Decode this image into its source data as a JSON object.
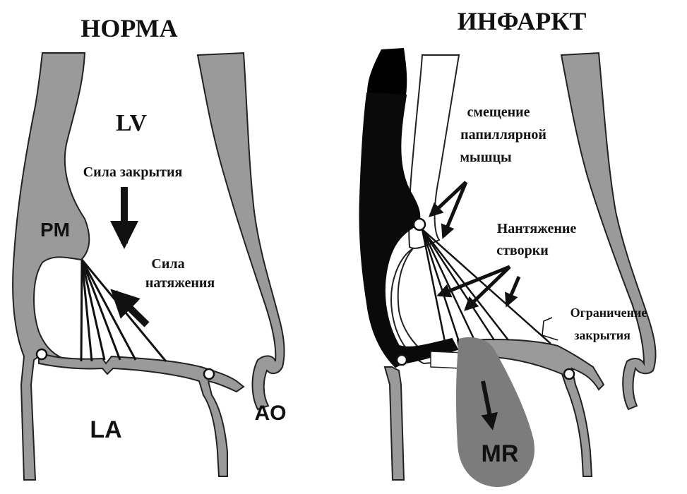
{
  "colors": {
    "wall": "#9a9a9a",
    "infarct": "#0a0a0a",
    "outline": "#222222",
    "mr_jet": "#7c7c7c",
    "background": "#ffffff"
  },
  "normal_panel": {
    "title": "НОРМА",
    "lv_label": "LV",
    "pm_label": "PM",
    "la_label": "LA",
    "ao_label": "AO",
    "closing_force_label": "Сила закрытия",
    "tension_force_label_line1": "Сила",
    "tension_force_label_line2": "натяжения"
  },
  "infarct_panel": {
    "title": "ИНФАРКТ",
    "displacement_label_line1": "смещение",
    "displacement_label_line2": "папиллярной",
    "displacement_label_line3": "мышцы",
    "leaflet_tension_label_line1": "Нантяжение",
    "leaflet_tension_label_line2": "створки",
    "restriction_label_line1": "Ограничение",
    "restriction_label_line2": "закрытия",
    "mr_label": "MR"
  }
}
